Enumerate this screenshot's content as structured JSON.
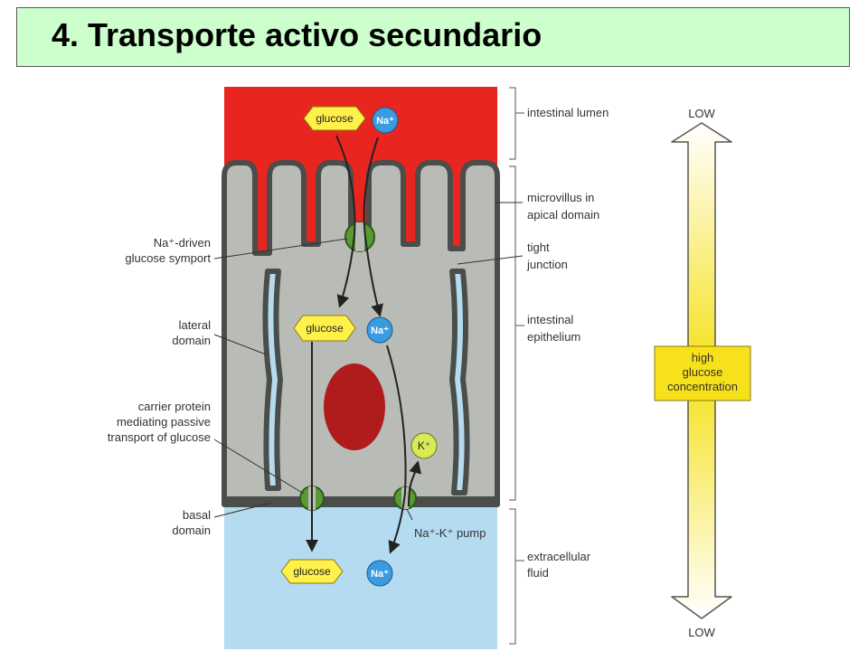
{
  "title": "4. Transporte activo secundario",
  "colors": {
    "title_bg": "#ccffcc",
    "lumen": "#e8251e",
    "cell": "#b9bcb6",
    "membrane": "#4a4d49",
    "extracellular": "#b4dbf0",
    "nucleus": "#b01c1c",
    "glucose": "#fff04a",
    "sodium": "#3a9ce0",
    "potassium": "#d8ea58",
    "transporter": "#5a9a36",
    "gradient_bar": "#f5e11a"
  },
  "molecules": {
    "glucose": "glucose",
    "sodium": "Na⁺",
    "potassium": "K⁺"
  },
  "labels": {
    "intestinal_lumen": "intestinal lumen",
    "microvillus_1": "microvillus in",
    "microvillus_2": "apical domain",
    "tight_1": "tight",
    "tight_2": "junction",
    "epithelium_1": "intestinal",
    "epithelium_2": "epithelium",
    "extracellular_1": "extracellular",
    "extracellular_2": "fluid",
    "symport_1": "Na⁺-driven",
    "symport_2": "glucose symport",
    "lateral_1": "lateral",
    "lateral_2": "domain",
    "carrier_1": "carrier protein",
    "carrier_2": "mediating passive",
    "carrier_3": "transport of glucose",
    "basal_1": "basal",
    "basal_2": "domain",
    "pump": "Na⁺-K⁺ pump"
  },
  "gradient": {
    "top_label": "LOW",
    "bottom_label": "LOW",
    "box_line1": "high",
    "box_line2": "glucose",
    "box_line3": "concentration"
  }
}
